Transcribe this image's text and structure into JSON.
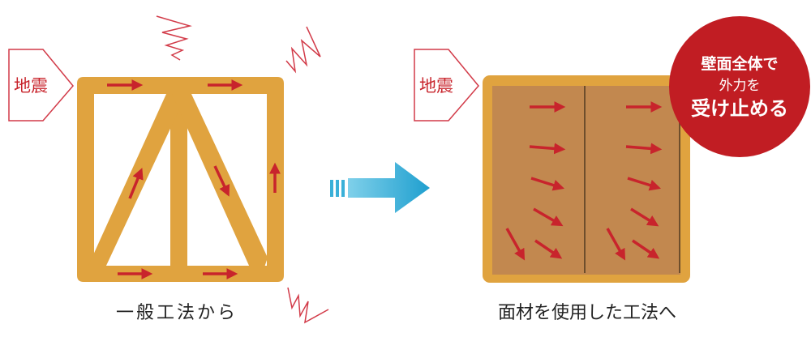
{
  "left": {
    "force_label": "地震",
    "caption": "一般工法から"
  },
  "right": {
    "force_label": "地震",
    "caption": "面材を使用した工法へ"
  },
  "badge": {
    "line1": "壁面全体で",
    "line2": "外力を",
    "line3": "受け止める"
  },
  "colors": {
    "frame": "#e0a33f",
    "board": "#c2884f",
    "force": "#c8242c",
    "badge": "#c11d23",
    "transition_arrow": "#2aa7d3"
  }
}
